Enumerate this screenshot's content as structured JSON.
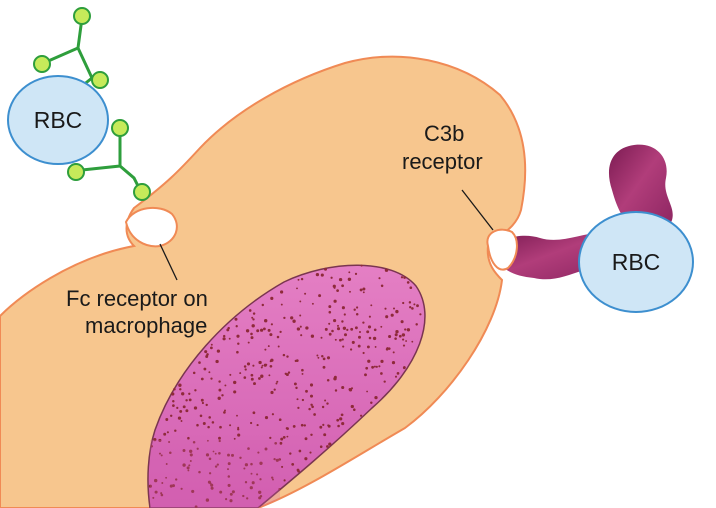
{
  "labels": {
    "fc_receptor": [
      "Fc receptor on",
      "macrophage"
    ],
    "c3b_receptor": [
      "C3b",
      "receptor"
    ],
    "rbc_left": "RBC",
    "rbc_right": "RBC"
  },
  "colors": {
    "macrophage_fill": "#f7c68e",
    "macrophage_outline": "#f08a55",
    "nucleus_fill": "#e07ec0",
    "nucleus_dots": "#8e2a3a",
    "rbc_fill": "#cfe6f6",
    "rbc_outline": "#3d8fcf",
    "antibody_fill": "#c6ea5a",
    "antibody_outline": "#2e9e3c",
    "complement_fill": "#a8336f"
  }
}
